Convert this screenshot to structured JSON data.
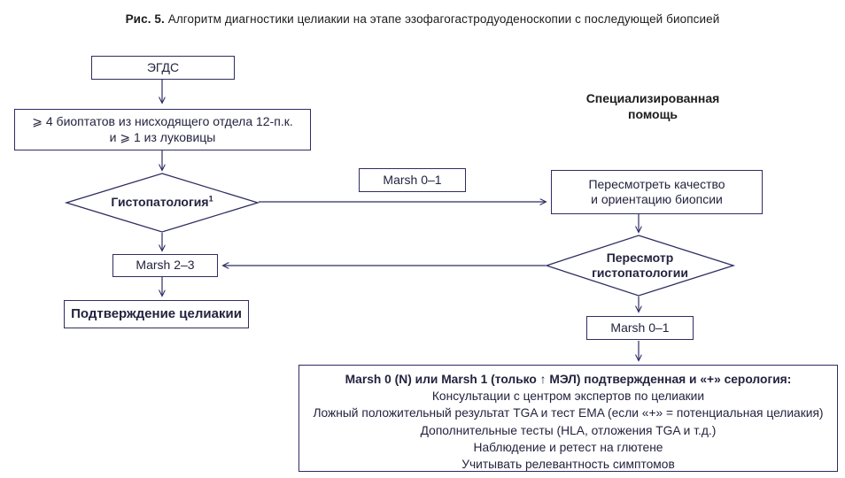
{
  "title": {
    "prefix": "Рис. 5.",
    "text": " Алгоритм диагностики целиакии на этапе эзофагогастродуоденоскопии с последующей биопсией"
  },
  "colors": {
    "line": "#2e2d62",
    "text": "#23233f",
    "title": "#1c1c1c",
    "background": "#ffffff"
  },
  "section_label": {
    "line1": "Специализированная",
    "line2": "помощь"
  },
  "nodes": {
    "egds": "ЭГДС",
    "biopsy_line1": "⩾ 4 биоптатов из нисходящего отдела 12-п.к.",
    "biopsy_line2": "и ⩾ 1 из луковицы",
    "histopathology": "Гистопатология",
    "histopathology_sup": "1",
    "marsh01_label": "Marsh 0–1",
    "review_quality_line1": "Пересмотреть качество",
    "review_quality_line2": "и ориентацию биопсии",
    "review_histo_line1": "Пересмотр",
    "review_histo_line2": "гистопатологии",
    "marsh23": "Marsh 2–3",
    "confirm": "Подтверждение целиакии",
    "marsh01_right": "Marsh 0–1",
    "outcome": {
      "heading": "Marsh 0 (N) или Marsh 1 (только ↑ МЭЛ) подтвержденная и «+» серология:",
      "lines": [
        "Консультации с центром экспертов по целиакии",
        "Ложный положительный результат TGA и тест EMA (если «+» = потенциальная целиакия)",
        "Дополнительные тесты (HLA, отложения TGA и т.д.)",
        "Наблюдение и ретест на глютене",
        "Учитывать релевантность симптомов"
      ]
    }
  }
}
